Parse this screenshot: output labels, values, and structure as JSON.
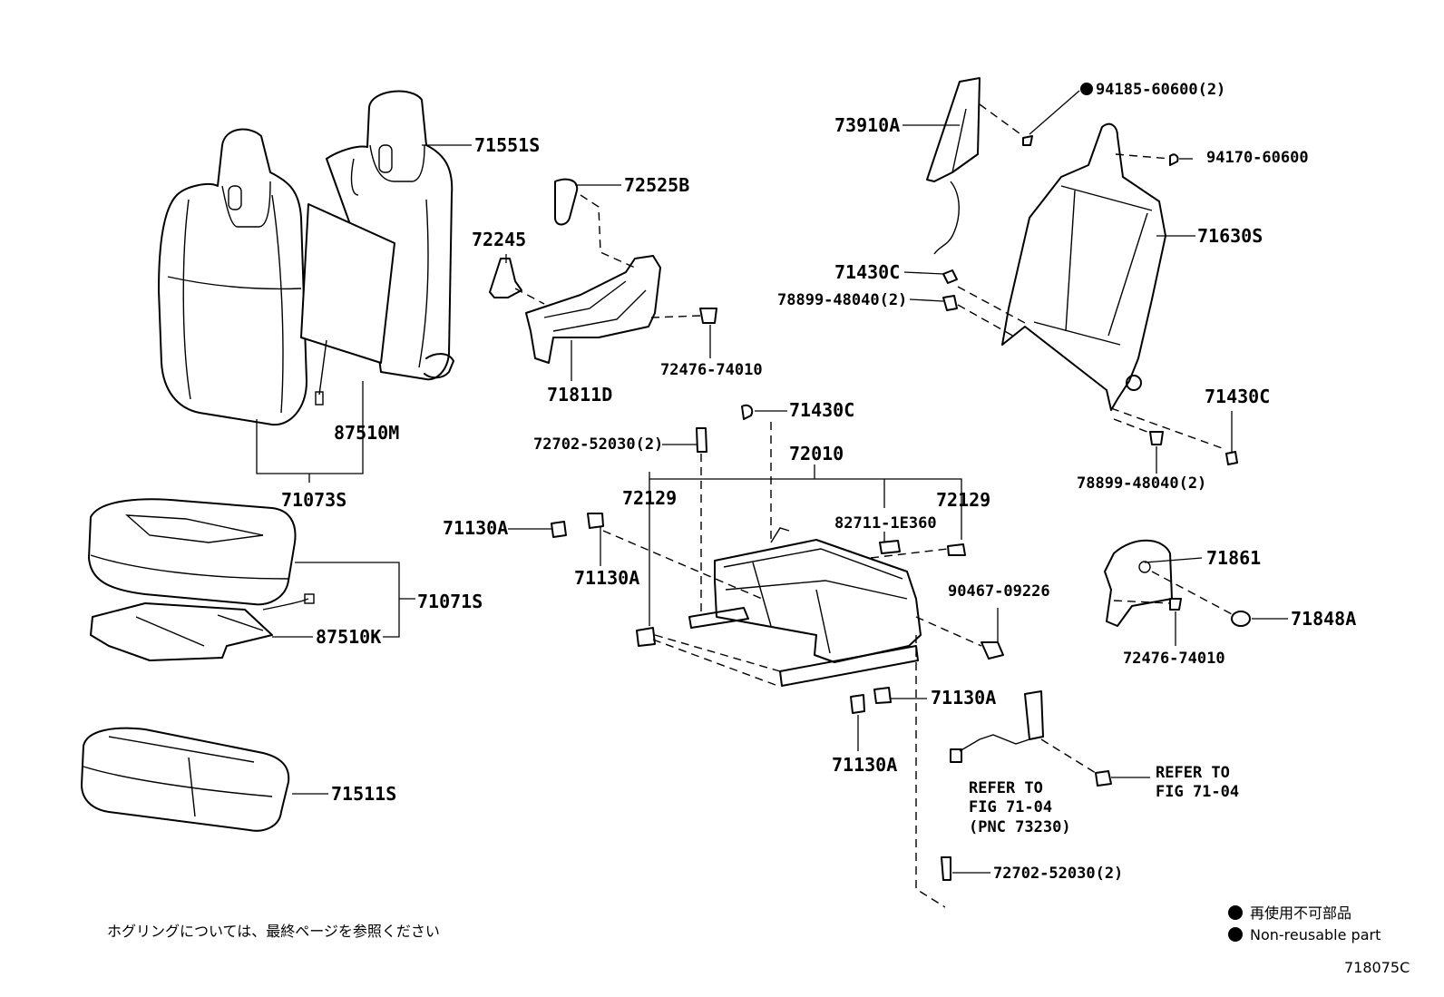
{
  "diagram_code": "718075C",
  "note_jp": "ホグリングについては、最終ページを参照ください",
  "legend": {
    "jp": "再使用不可部品",
    "en": "Non-reusable part",
    "marker_color": "#000000"
  },
  "parts": {
    "p71551S": "71551S",
    "p71073S": "71073S",
    "p87510M": "87510M",
    "p72525B": "72525B",
    "p72245": "72245",
    "p72476a": "72476-74010",
    "p71811D": "71811D",
    "p73910A": "73910A",
    "p94185": "94185-60600(2)",
    "p94170": "94170-60600",
    "p71630S": "71630S",
    "p71430Ca": "71430C",
    "p78899a": "78899-48040(2)",
    "p71430Cb": "71430C",
    "p78899b": "78899-48040(2)",
    "p71430Cc": "71430C",
    "p72702a": "72702-52030(2)",
    "p72010": "72010",
    "p72129a": "72129",
    "p72129b": "72129",
    "p82711": "82711-1E360",
    "p71130Aa": "71130A",
    "p71130Ab": "71130A",
    "p71071S": "71071S",
    "p87510K": "87510K",
    "p90467": "90467-09226",
    "p71861": "71861",
    "p71848A": "71848A",
    "p72476b": "72476-74010",
    "p71130Ac": "71130A",
    "p71130Ad": "71130A",
    "p71511S": "71511S",
    "p72702b": "72702-52030(2)"
  },
  "refs": {
    "ref1_line1": "REFER TO",
    "ref1_line2": "FIG 71-04",
    "ref1_line3": "(PNC 73230)",
    "ref2_line1": "REFER TO",
    "ref2_line2": "FIG 71-04"
  }
}
